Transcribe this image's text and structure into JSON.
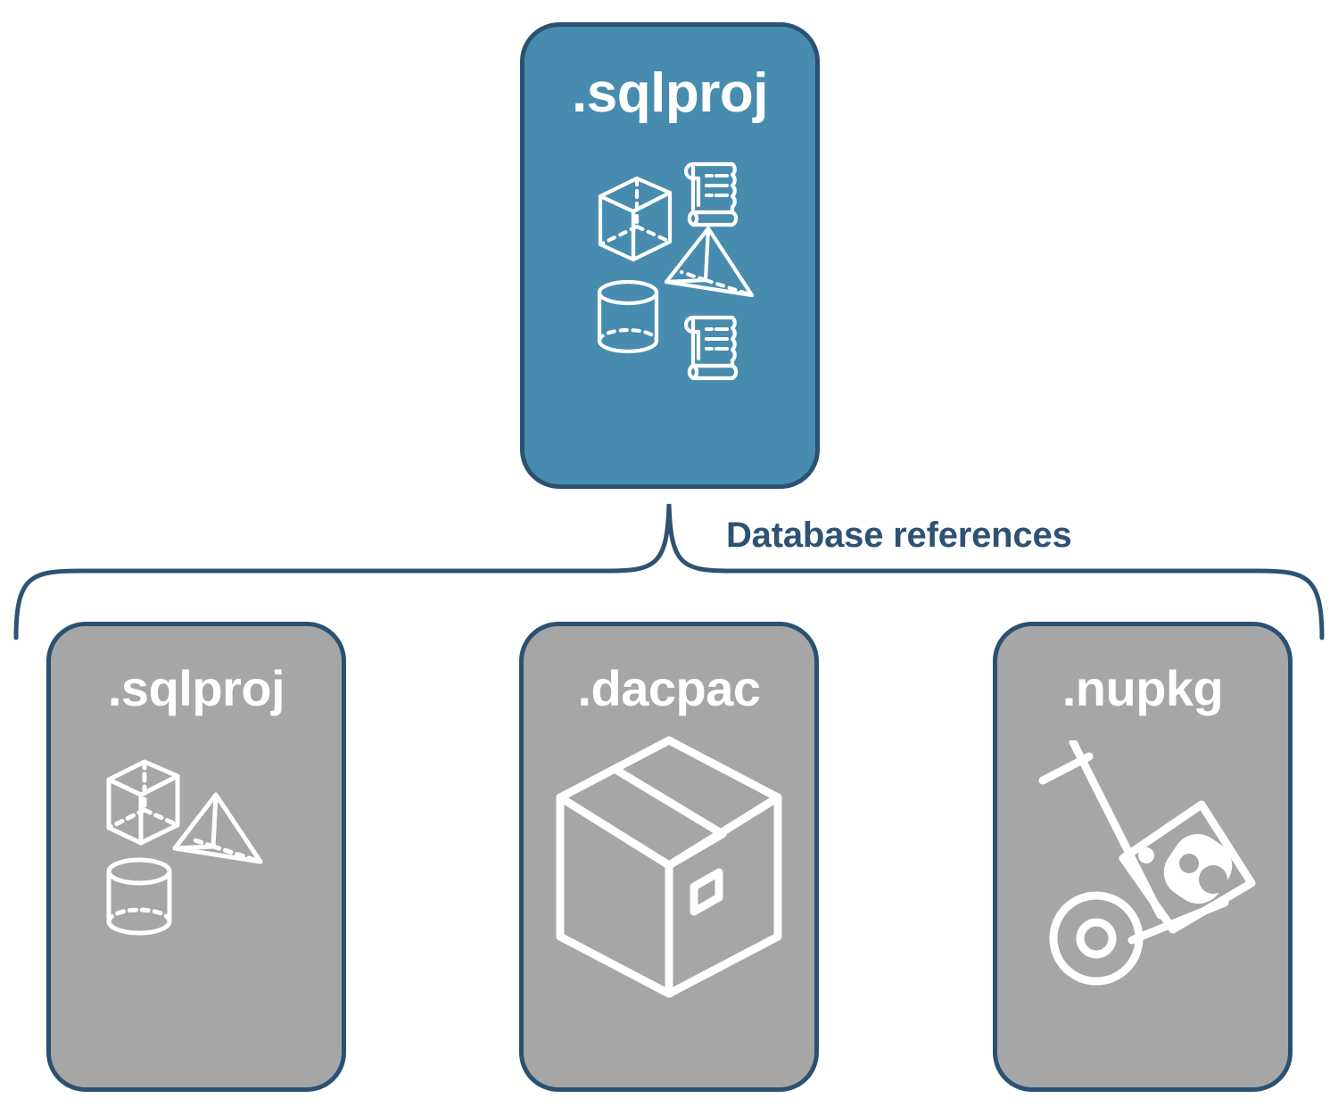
{
  "diagram": {
    "title": "Database references",
    "colors": {
      "primary_fill": "#478cae",
      "reference_fill": "#a6a6a6",
      "border": "#2b5172",
      "label_text": "#2e5274",
      "node_text": "#ffffff"
    },
    "root": {
      "label": ".sqlproj",
      "icons": [
        "cube-icon",
        "scroll-icon",
        "pyramid-icon",
        "cylinder-icon",
        "scroll-icon"
      ]
    },
    "connector": {
      "label": "Database references",
      "shape": "curly-brace"
    },
    "references": [
      {
        "label": ".sqlproj",
        "icons": [
          "cube-icon",
          "pyramid-icon",
          "cylinder-icon"
        ]
      },
      {
        "label": ".dacpac",
        "icons": [
          "package-box-icon"
        ]
      },
      {
        "label": ".nupkg",
        "icons": [
          "hand-truck-icon",
          "nuget-package-icon"
        ]
      }
    ]
  }
}
